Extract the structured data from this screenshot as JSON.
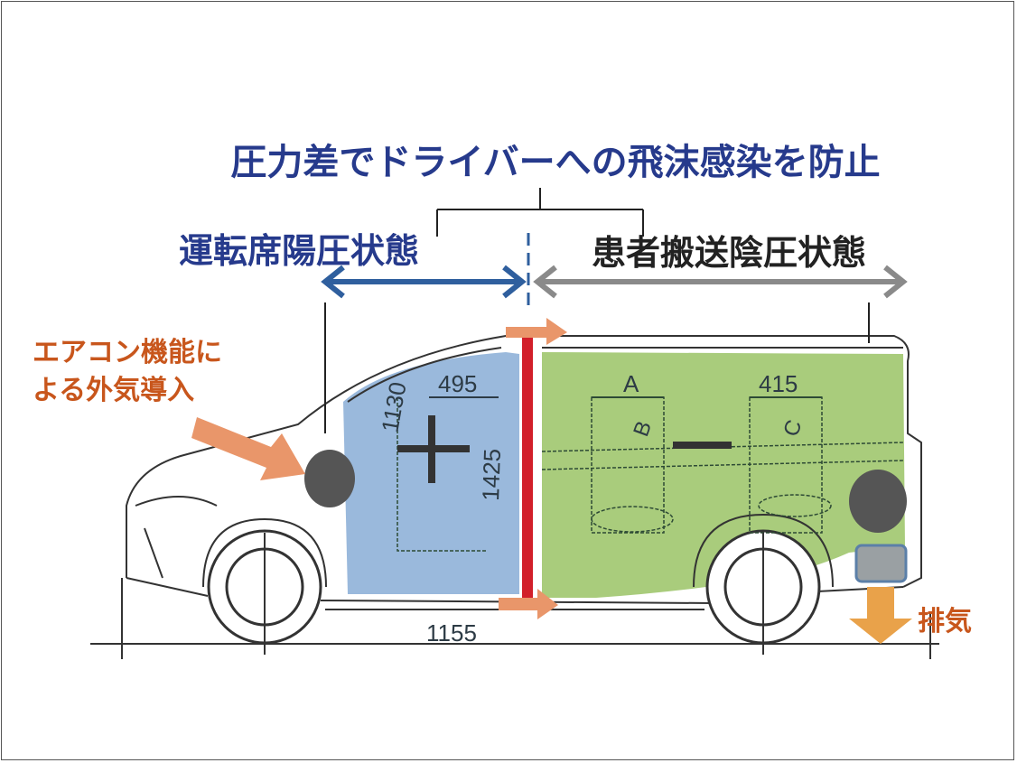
{
  "title": "圧力差でドライバーへの飛沫感染を防止",
  "left_zone": {
    "label": "運転席陽圧状態"
  },
  "right_zone": {
    "label": "患者搬送陰圧状態"
  },
  "intake": {
    "line1": "エアコン機能に",
    "line2": "よる外気導入"
  },
  "exhaust": {
    "label": "排気"
  },
  "dimensions": {
    "d495": "495",
    "d1130": "1130",
    "d1425": "1425",
    "d415": "415",
    "dA": "A",
    "dB": "B",
    "dC": "C",
    "d1155": "1155"
  },
  "colors": {
    "driver_zone": "#8fb1d8",
    "patient_zone": "#a9cc7c",
    "partition": "#d21f2a",
    "title": "#263a8c",
    "orange_text": "#c8561c",
    "air_arrow": "#e9966a"
  }
}
